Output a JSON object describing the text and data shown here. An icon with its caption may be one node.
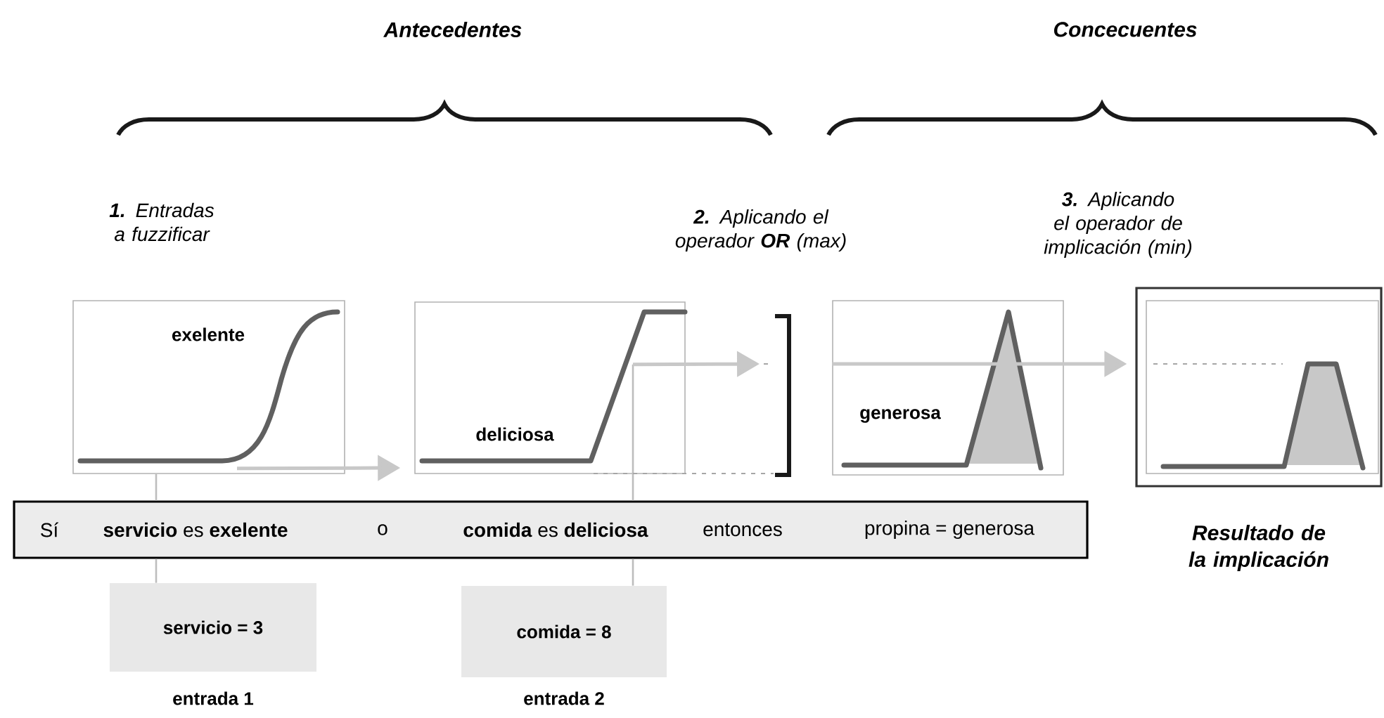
{
  "diagram": {
    "nodes": [
      {
        "text": [
          "exelente"
        ]
      },
      {
        "text": [
          "deliciosa"
        ]
      },
      {
        "text": [
          "generosa"
        ]
      },
      {
        "text": [],
        "shape": "box",
        "beside": [
          "Resultado de la implicación"
        ]
      },
      {
        "text": [
          "Sí",
          "**servicio** es **exelente**",
          "o",
          "**comida** es **deliciosa**",
          "entonces",
          "propina = generosa"
        ]
      },
      {
        "text": [
          "servicio = 3"
        ],
        "beside": [
          "entrada 1"
        ]
      },
      {
        "text": [
          "comida = 8"
        ],
        "beside": [
          "entrada 2"
        ]
      }
    ],
    "edges": [
      {
        "from": 5,
        "to": 4,
        "arrow": "none"
      },
      {
        "from": 4,
        "to": 0,
        "arrow": "none"
      },
      {
        "from": 6,
        "to": 4,
        "arrow": "none"
      },
      {
        "from": 4,
        "to": 1,
        "arrow": "none"
      },
      {
        "from": 0,
        "to": 1,
        "arrow": "to"
      },
      {
        "from": 1,
        "to": null,
        "arrow": "to"
      },
      {
        "from": 2,
        "to": 3,
        "arrow": "to"
      }
    ],
    "labels": [
      "Antecedentes",
      "Concecuentes",
      "**1.** Entradas a fuzzificar",
      "**2.** Aplicando el operador **OR** (max)",
      "**3.** Aplicando el operador de implicación (min)"
    ]
  }
}
